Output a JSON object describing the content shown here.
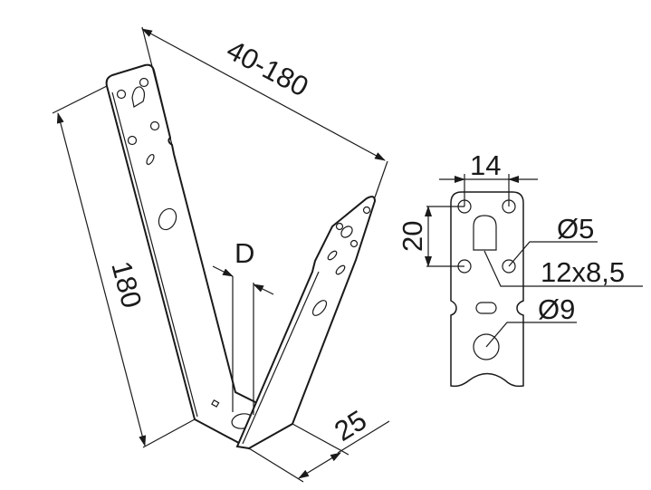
{
  "labels": {
    "span": "40-180",
    "height": "180",
    "d": "D",
    "width": "25",
    "hole_spacing_h": "14",
    "hole_spacing_v": "20",
    "small_hole": "Ø5",
    "slot": "12x8,5",
    "large_hole": "Ø9"
  }
}
